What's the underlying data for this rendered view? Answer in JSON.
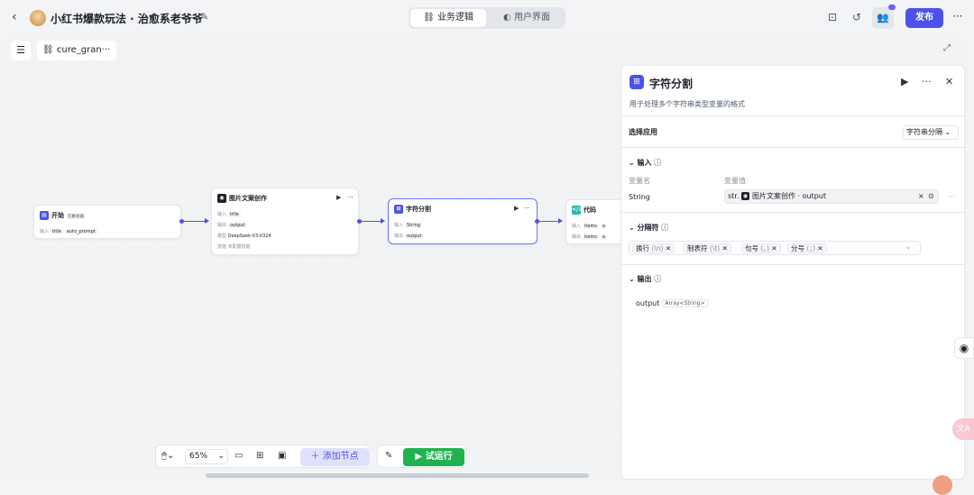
{
  "header": {
    "back_icon": "chevron-left-icon",
    "title": "小红书爆款玩法 · 治愈系老爷爷",
    "tabs": [
      {
        "label": "业务逻辑",
        "icon": "workflow-icon",
        "active": true
      },
      {
        "label": "用户界面",
        "icon": "palette-icon",
        "active": false
      }
    ],
    "publish_label": "发布",
    "accent": "#4d53e8"
  },
  "canvas": {
    "workflow_name": "cure_gran···",
    "nodes": [
      {
        "title": "开始",
        "badge": "在触发器",
        "rows": [
          {
            "k": "输入",
            "tags": [
              "title",
              "auto_prompt"
            ]
          }
        ]
      },
      {
        "title": "图片文案创作",
        "rows": [
          {
            "k": "输入",
            "tags": [
              "title"
            ]
          },
          {
            "k": "输出",
            "tags": [
              "output"
            ]
          },
          {
            "k": "模型",
            "text": "DeepSeek-V3-0324"
          },
          {
            "k": "技能",
            "text": "未配置技能"
          }
        ]
      },
      {
        "title": "字符分割",
        "rows": [
          {
            "k": "输入",
            "tags": [
              "String"
            ]
          },
          {
            "k": "输出",
            "tags": [
              "output"
            ]
          }
        ]
      },
      {
        "title": "代码",
        "rows": [
          {
            "k": "输入",
            "tags": [
              "items",
              "a"
            ]
          },
          {
            "k": "输出",
            "tags": [
              "items",
              "a"
            ]
          }
        ]
      }
    ]
  },
  "panel": {
    "title": "字符分割",
    "description": "用于处理多个字符串类型变量的格式",
    "select_app_label": "选择应用",
    "select_app_value": "字符串分隔",
    "input_section": "输入",
    "col_var_name": "变量名",
    "col_var_value": "变量值",
    "input_var_name": "String",
    "input_var_prefix": "str.",
    "input_var_source": "图片文案创作",
    "input_var_field": "output",
    "separator_section": "分隔符",
    "separators": [
      {
        "label": "换行",
        "code": "(\\n)"
      },
      {
        "label": "制表符",
        "code": "(\\t)"
      },
      {
        "label": "句号",
        "code": "(。)"
      },
      {
        "label": "分号",
        "code": "(；)"
      }
    ],
    "output_section": "输出",
    "output_name": "output",
    "output_type": "Array<String>"
  },
  "toolbar": {
    "zoom": "65%",
    "add_node_label": "添加节点",
    "run_label": "试运行",
    "run_color": "#1fb24f"
  }
}
